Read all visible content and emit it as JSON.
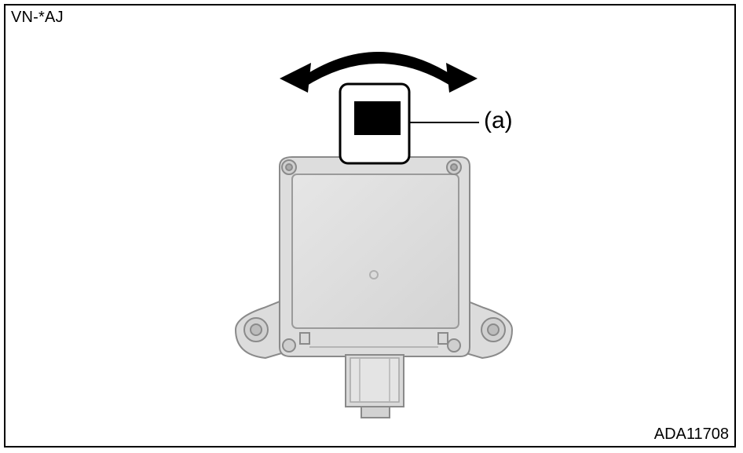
{
  "diagram": {
    "view_code": "VN-*AJ",
    "figure_id": "ADA11708",
    "callouts": [
      {
        "label": "(a)"
      }
    ]
  }
}
